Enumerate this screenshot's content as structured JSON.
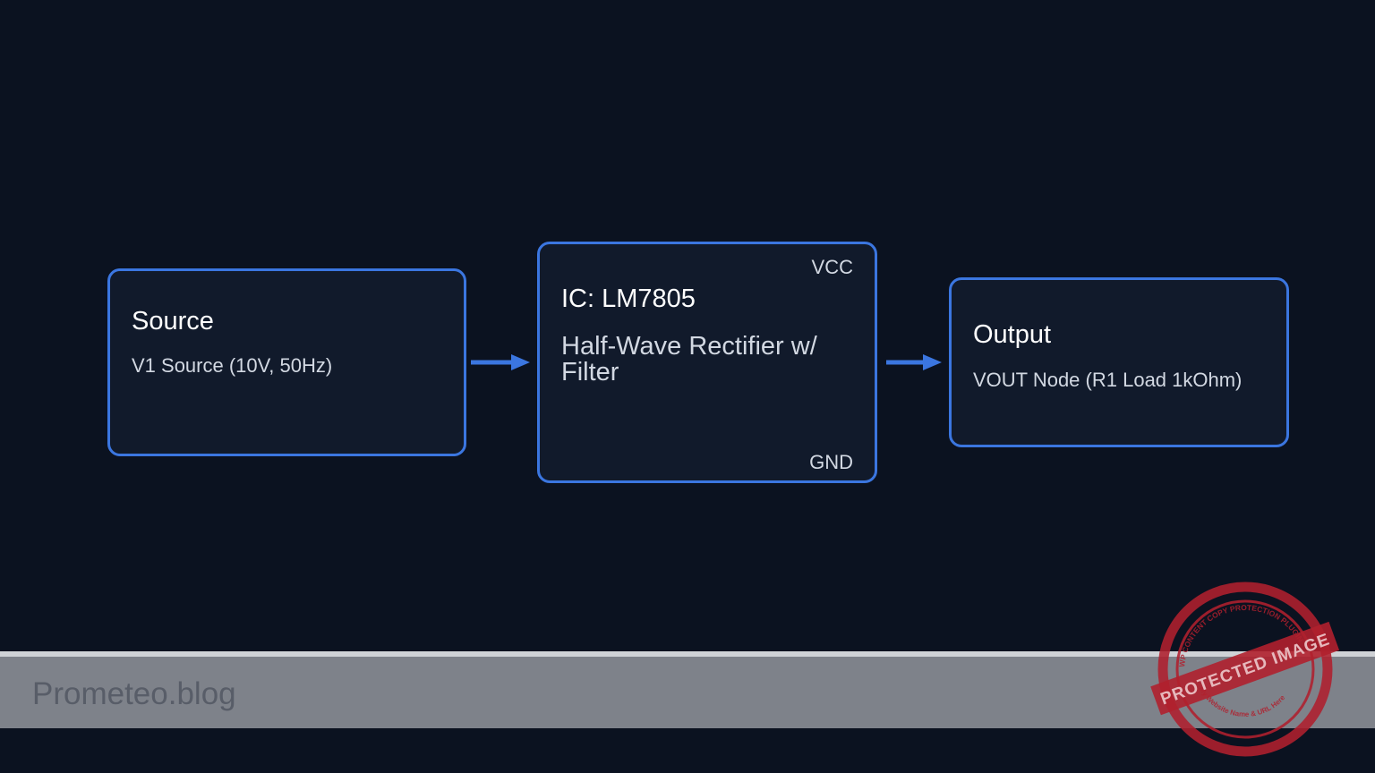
{
  "blocks": {
    "source": {
      "title": "Source",
      "subtitle": "V1 Source (10V, 50Hz)"
    },
    "ic": {
      "title": "IC: LM7805",
      "description": "Half-Wave Rectifier w/ Filter",
      "pin_top": "VCC",
      "pin_bottom": "GND"
    },
    "output": {
      "title": "Output",
      "subtitle": "VOUT Node (R1 Load 1kOhm)"
    }
  },
  "footer": {
    "text": "Prometeo.blog"
  },
  "watermark": {
    "label": "PROTECTED IMAGE",
    "ring_top": "WP CONTENT COPY PROTECTION PLUGIN",
    "ring_bottom": "My Website Name & URL Here"
  },
  "colors": {
    "background": "#0b1220",
    "block_fill": "#111a2b",
    "accent": "#3b76e0",
    "footer": "#7e828a",
    "stamp": "#b0202e"
  }
}
